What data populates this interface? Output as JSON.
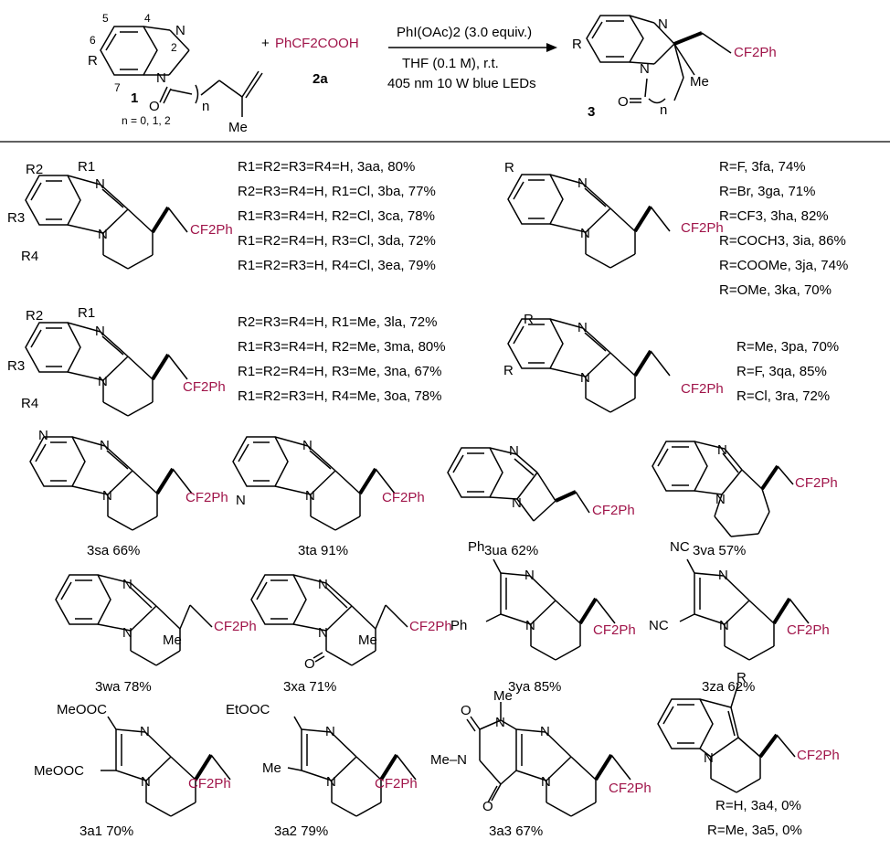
{
  "accent_color": "#a0154a",
  "reaction": {
    "reagent_label": "PhCF2COOH",
    "reagent_number": "2a",
    "substrate_number": "1",
    "product_number": "3",
    "substrate_ring_numbers": [
      "2",
      "4",
      "5",
      "6",
      "7"
    ],
    "n_values": "n = 0, 1, 2",
    "conditions": [
      "PhI(OAc)2 (3.0 equiv.)",
      "THF (0.1 M), r.t.",
      "405 nm 10 W blue LEDs"
    ],
    "labels": {
      "R": "R",
      "Me": "Me",
      "n": "n",
      "N": "N",
      "O": "O",
      "plus": "+"
    }
  },
  "compounds": [
    {
      "id": "3aa",
      "text": "R1=R2=R3=R4=H, 3aa, 80%"
    },
    {
      "id": "3ba",
      "text": "R2=R3=R4=H, R1=Cl, 3ba, 77%"
    },
    {
      "id": "3ca",
      "text": "R1=R3=R4=H, R2=Cl, 3ca, 78%"
    },
    {
      "id": "3da",
      "text": "R1=R2=R4=H, R3=Cl, 3da, 72%"
    },
    {
      "id": "3ea",
      "text": "R1=R2=R3=H, R4=Cl, 3ea, 79%"
    },
    {
      "id": "3fa",
      "text": "R=F, 3fa, 74%"
    },
    {
      "id": "3ga",
      "text": "R=Br, 3ga, 71%"
    },
    {
      "id": "3ha",
      "text": "R=CF3, 3ha, 82%"
    },
    {
      "id": "3ia",
      "text": "R=COCH3, 3ia, 86%"
    },
    {
      "id": "3ja",
      "text": "R=COOMe, 3ja, 74%"
    },
    {
      "id": "3ka",
      "text": "R=OMe, 3ka, 70%"
    },
    {
      "id": "3la",
      "text": "R2=R3=R4=H, R1=Me, 3la, 72%"
    },
    {
      "id": "3ma",
      "text": "R1=R3=R4=H, R2=Me, 3ma, 80%"
    },
    {
      "id": "3na",
      "text": "R1=R2=R4=H, R3=Me, 3na, 67%"
    },
    {
      "id": "3oa",
      "text": "R1=R2=R3=H, R4=Me, 3oa, 78%"
    },
    {
      "id": "3pa",
      "text": "R=Me, 3pa, 70%"
    },
    {
      "id": "3qa",
      "text": "R=F, 3qa, 85%"
    },
    {
      "id": "3ra",
      "text": "R=Cl, 3ra, 72%"
    },
    {
      "id": "3sa",
      "text": "3sa 66%"
    },
    {
      "id": "3ta",
      "text": "3ta 91%"
    },
    {
      "id": "3ua",
      "text": "3ua 62%"
    },
    {
      "id": "3va",
      "text": "3va 57%"
    },
    {
      "id": "3wa",
      "text": "3wa 78%"
    },
    {
      "id": "3xa",
      "text": "3xa 71%"
    },
    {
      "id": "3ya",
      "text": "3ya 85%"
    },
    {
      "id": "3za",
      "text": "3za 62%"
    },
    {
      "id": "3a1",
      "text": "3a1 70%"
    },
    {
      "id": "3a2",
      "text": "3a2 79%"
    },
    {
      "id": "3a3",
      "text": "3a3 67%"
    },
    {
      "id": "3a4",
      "text": "R=H, 3a4, 0%"
    },
    {
      "id": "3a5",
      "text": "R=Me, 3a5, 0%"
    }
  ],
  "group_labels": {
    "cf2ph": "CF2Ph",
    "r1": "R1",
    "r2": "R2",
    "r3": "R3",
    "r4": "R4",
    "ph": "Ph",
    "nc": "NC",
    "meooc": "MeOOC",
    "etooc": "EtOOC",
    "me_n": "Me–N",
    "me": "Me"
  }
}
